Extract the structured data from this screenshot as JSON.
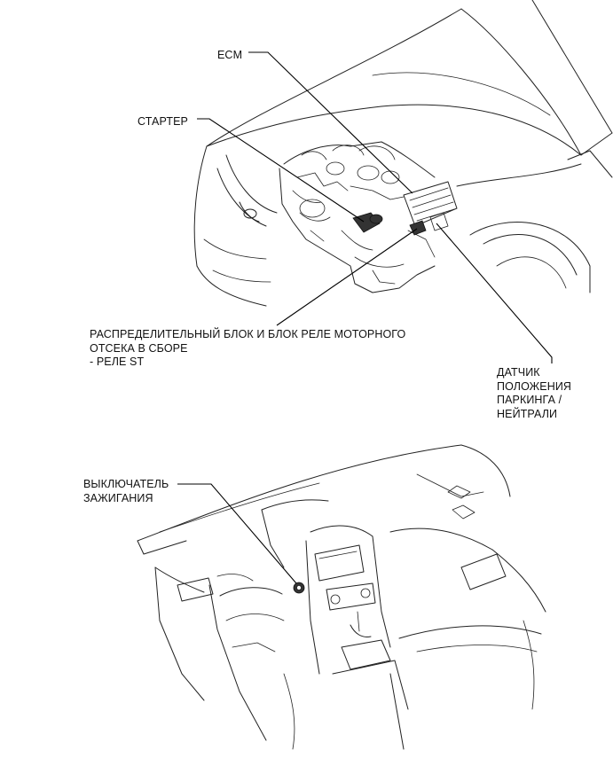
{
  "diagram": {
    "labels": {
      "ecm": "ECM",
      "starter": "СТАРТЕР",
      "relay_block": "РАСПРЕДЕЛИТЕЛЬНЫЙ БЛОК И БЛОК РЕЛЕ МОТОРНОГО\nОТСЕКА В СБОРЕ\n- РЕЛЕ ST",
      "pn_sensor": "ДАТЧИК\nПОЛОЖЕНИЯ\nПАРКИНГА /\nНЕЙТРАЛИ",
      "ignition_switch": "ВЫКЛЮЧАТЕЛЬ\nЗАЖИГАНИЯ"
    },
    "icons": [
      "engine-bay-illustration",
      "dashboard-illustration"
    ]
  }
}
